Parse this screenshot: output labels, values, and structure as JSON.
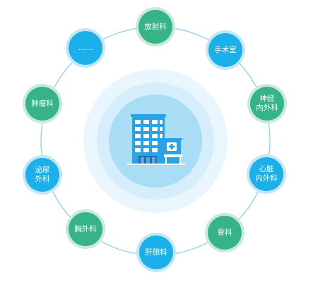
{
  "colors": {
    "ring_line": "#7fcdef",
    "halo_outer": "#eaf6fd",
    "halo_mid": "#d6eefb",
    "halo_inner": "#bfe5f8",
    "core": "#a9dcf5",
    "green_node": "#36b487",
    "green_node_border": "#c9ead9",
    "blue_node": "#1cb0ea",
    "blue_node_border": "#c4e6f6",
    "building_blue": "#2aa3e6",
    "building_dark": "#1a6fb8"
  },
  "center": {
    "icon": "hospital-building-icon"
  },
  "departments": [
    {
      "label": "放射科",
      "color": "green"
    },
    {
      "label": "手术室",
      "color": "blue"
    },
    {
      "label": "神经\n内外科",
      "color": "green"
    },
    {
      "label": "心脏\n内外科",
      "color": "blue"
    },
    {
      "label": "骨科",
      "color": "green"
    },
    {
      "label": "肝胆科",
      "color": "blue"
    },
    {
      "label": "胸外科",
      "color": "green"
    },
    {
      "label": "泌尿\n外科",
      "color": "blue"
    },
    {
      "label": "肿瘤科",
      "color": "green"
    },
    {
      "label": "……",
      "color": "blue"
    }
  ]
}
